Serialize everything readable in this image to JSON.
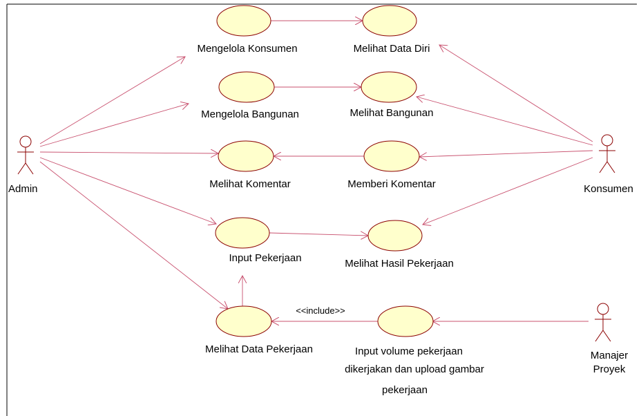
{
  "actors": {
    "admin": "Admin",
    "konsumen": "Konsumen",
    "manajer_line1": "Manajer",
    "manajer_line2": "Proyek"
  },
  "use_cases": {
    "mengelola_konsumen": "Mengelola Konsumen",
    "melihat_data_diri": "Melihat Data Diri",
    "mengelola_bangunan": "Mengelola Bangunan",
    "melihat_bangunan": "Melihat Bangunan",
    "melihat_komentar": "Melihat Komentar",
    "memberi_komentar": "Memberi Komentar",
    "input_pekerjaan": "Input Pekerjaan",
    "melihat_hasil_pekerjaan": "Melihat Hasil Pekerjaan",
    "melihat_data_pekerjaan": "Melihat Data Pekerjaan",
    "input_volume_line1": "Input volume pekerjaan",
    "input_volume_line2": "dikerjakan dan upload gambar",
    "input_volume_line3": "pekerjaan"
  },
  "stereotype_include": "<<include>>",
  "colors": {
    "use_case_fill": "#ffffcc",
    "use_case_stroke": "#8b0000",
    "connector": "#c8506e",
    "actor": "#8b0000"
  }
}
